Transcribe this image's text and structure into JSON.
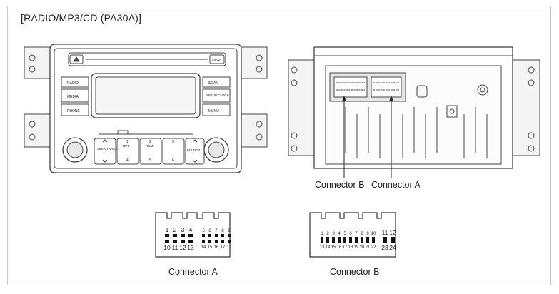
{
  "title": "[RADIO/MP3/CD (PA30A)]",
  "front_panel": {
    "buttons": {
      "radio": "RADIO",
      "media": "MEDIA",
      "phone": "PHONE",
      "scan": "SCAN",
      "setup_clock": "SETUP\nCLOCK",
      "menu": "MENU",
      "disp": "DISP",
      "seek_track": "SEEK\nTRACK",
      "rpt": "RPT",
      "rdm": "RDM",
      "folder": "FOLDER",
      "num_1": "1",
      "num_2": "2",
      "num_3": "3",
      "num_4": "4",
      "num_5": "5",
      "num_6": "6"
    }
  },
  "rear_panel": {
    "callouts": {
      "connector_b": "Connector B",
      "connector_a": "Connector A"
    }
  },
  "connector_a": {
    "caption": "Connector A",
    "top_pins": [
      "1",
      "2",
      "3",
      "4",
      "5",
      "6",
      "7",
      "8",
      "9"
    ],
    "bottom_pins": [
      "10",
      "11",
      "12",
      "13",
      "14",
      "15",
      "16",
      "17",
      "18"
    ]
  },
  "connector_b": {
    "caption": "Connector B",
    "top_pins": [
      "1",
      "2",
      "3",
      "4",
      "5",
      "6",
      "7",
      "8",
      "9",
      "10",
      "11",
      "12"
    ],
    "bottom_pins": [
      "13",
      "14",
      "15",
      "16",
      "17",
      "18",
      "19",
      "20",
      "21",
      "22",
      "23",
      "24"
    ]
  }
}
